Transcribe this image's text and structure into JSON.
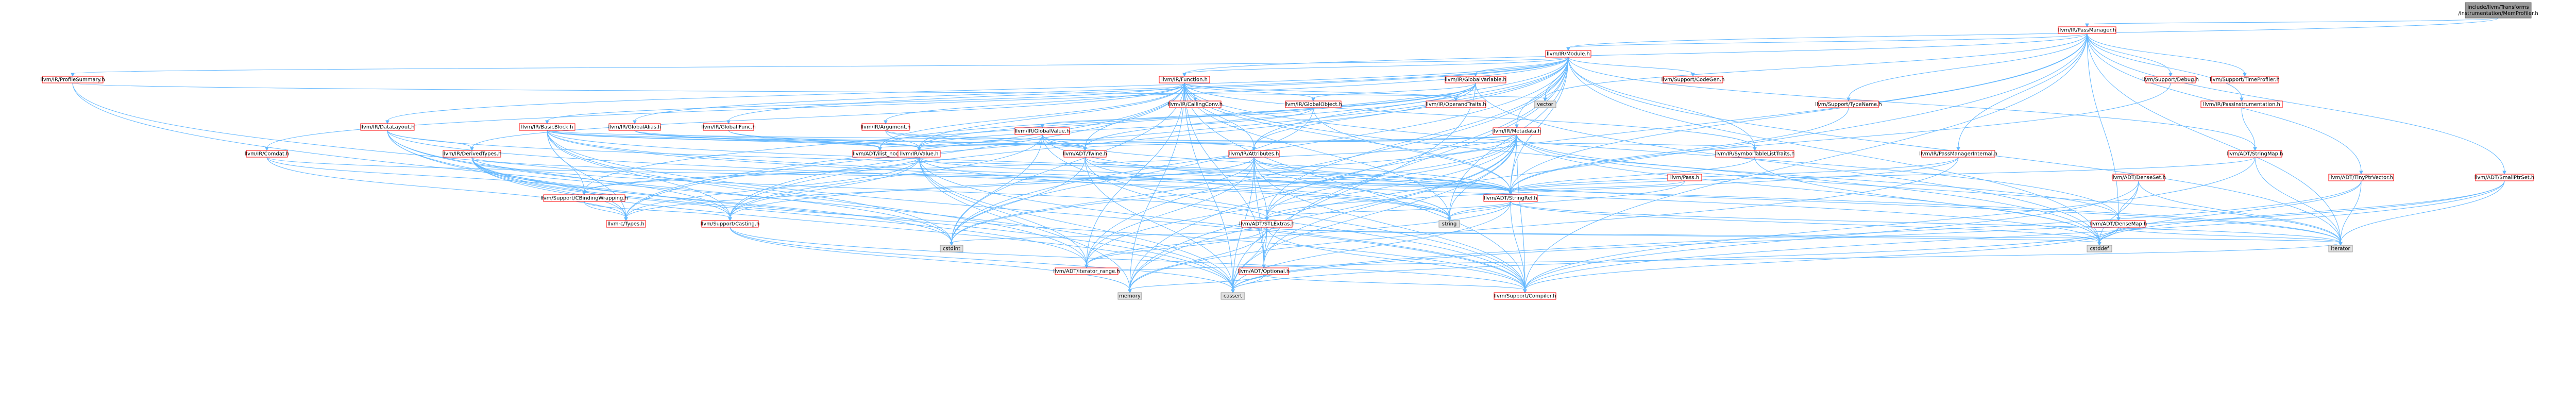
{
  "colors": {
    "root_fill": "#999999",
    "root_border": "#666666",
    "project_fill": "#ffffff",
    "project_border": "#ff0000",
    "external_fill": "#e0e0e0",
    "external_border": "#999999",
    "edge": "#63b8ff",
    "text": "#000000"
  },
  "nodes": [
    {
      "id": "root",
      "label": "include/llvm/Transforms\n/Instrumentation/MemProfiler.h",
      "kind": "root"
    },
    {
      "id": "passmanager",
      "label": "llvm/IR/PassManager.h",
      "kind": "project"
    },
    {
      "id": "module",
      "label": "llvm/IR/Module.h",
      "kind": "project"
    },
    {
      "id": "profilesummary",
      "label": "llvm/IR/ProfileSummary.h",
      "kind": "project"
    },
    {
      "id": "function",
      "label": "llvm/IR/Function.h",
      "kind": "project"
    },
    {
      "id": "globalvariable",
      "label": "llvm/IR/GlobalVariable.h",
      "kind": "project"
    },
    {
      "id": "codegen",
      "label": "llvm/Support/CodeGen.h",
      "kind": "project"
    },
    {
      "id": "vector",
      "label": "vector",
      "kind": "external"
    },
    {
      "id": "typename",
      "label": "llvm/Support/TypeName.h",
      "kind": "project"
    },
    {
      "id": "debug",
      "label": "llvm/Support/Debug.h",
      "kind": "project"
    },
    {
      "id": "timeprofiler",
      "label": "llvm/Support/TimeProfiler.h",
      "kind": "project"
    },
    {
      "id": "passinstr",
      "label": "llvm/IR/PassInstrumentation.h",
      "kind": "project"
    },
    {
      "id": "datalayout",
      "label": "llvm/IR/DataLayout.h",
      "kind": "project"
    },
    {
      "id": "comdat",
      "label": "llvm/IR/Comdat.h",
      "kind": "project"
    },
    {
      "id": "basicblock",
      "label": "llvm/IR/BasicBlock.h",
      "kind": "project"
    },
    {
      "id": "globalalias",
      "label": "llvm/IR/GlobalAlias.h",
      "kind": "project"
    },
    {
      "id": "globalifunc",
      "label": "llvm/IR/GlobalIFunc.h",
      "kind": "project"
    },
    {
      "id": "argument",
      "label": "llvm/IR/Argument.h",
      "kind": "project"
    },
    {
      "id": "callingconv",
      "label": "llvm/IR/CallingConv.h",
      "kind": "project"
    },
    {
      "id": "globalobject",
      "label": "llvm/IR/GlobalObject.h",
      "kind": "project"
    },
    {
      "id": "globalvalue",
      "label": "llvm/IR/GlobalValue.h",
      "kind": "project"
    },
    {
      "id": "operandtraits",
      "label": "llvm/IR/OperandTraits.h",
      "kind": "project"
    },
    {
      "id": "metadata",
      "label": "llvm/IR/Metadata.h",
      "kind": "project"
    },
    {
      "id": "symboltablelisttraits",
      "label": "llvm/IR/SymbolTableListTraits.h",
      "kind": "project"
    },
    {
      "id": "passmanagerinternal",
      "label": "llvm/IR/PassManagerInternal.h",
      "kind": "project"
    },
    {
      "id": "stringmap",
      "label": "llvm/ADT/StringMap.h",
      "kind": "project"
    },
    {
      "id": "tinyptrvector",
      "label": "llvm/ADT/TinyPtrVector.h",
      "kind": "project"
    },
    {
      "id": "smallptrset",
      "label": "llvm/ADT/SmallPtrSet.h",
      "kind": "project"
    },
    {
      "id": "derivedtypes",
      "label": "llvm/IR/DerivedTypes.h",
      "kind": "project"
    },
    {
      "id": "ilist_node",
      "label": "llvm/ADT/ilist_node.h",
      "kind": "project"
    },
    {
      "id": "value",
      "label": "llvm/IR/Value.h",
      "kind": "project"
    },
    {
      "id": "twine",
      "label": "llvm/ADT/Twine.h",
      "kind": "project"
    },
    {
      "id": "attributes",
      "label": "llvm/IR/Attributes.h",
      "kind": "project"
    },
    {
      "id": "pass",
      "label": "llvm/Pass.h",
      "kind": "project"
    },
    {
      "id": "denseset",
      "label": "llvm/ADT/DenseSet.h",
      "kind": "project"
    },
    {
      "id": "cbindingwrapping",
      "label": "llvm/Support/CBindingWrapping.h",
      "kind": "project"
    },
    {
      "id": "ctypes",
      "label": "llvm-c/Types.h",
      "kind": "project"
    },
    {
      "id": "casting",
      "label": "llvm/Support/Casting.h",
      "kind": "project"
    },
    {
      "id": "stringref",
      "label": "llvm/ADT/StringRef.h",
      "kind": "project"
    },
    {
      "id": "stlextras",
      "label": "llvm/ADT/STLExtras.h",
      "kind": "project"
    },
    {
      "id": "densemap",
      "label": "llvm/ADT/DenseMap.h",
      "kind": "project"
    },
    {
      "id": "string",
      "label": "string",
      "kind": "external"
    },
    {
      "id": "cstdint",
      "label": "cstdint",
      "kind": "external"
    },
    {
      "id": "cstddef",
      "label": "cstddef",
      "kind": "external"
    },
    {
      "id": "iterator",
      "label": "iterator",
      "kind": "external"
    },
    {
      "id": "iterator_range",
      "label": "llvm/ADT/iterator_range.h",
      "kind": "project"
    },
    {
      "id": "optional",
      "label": "llvm/ADT/Optional.h",
      "kind": "project"
    },
    {
      "id": "memory",
      "label": "memory",
      "kind": "external"
    },
    {
      "id": "cassert",
      "label": "cassert",
      "kind": "external"
    },
    {
      "id": "compiler",
      "label": "llvm/Support/Compiler.h",
      "kind": "project"
    }
  ]
}
